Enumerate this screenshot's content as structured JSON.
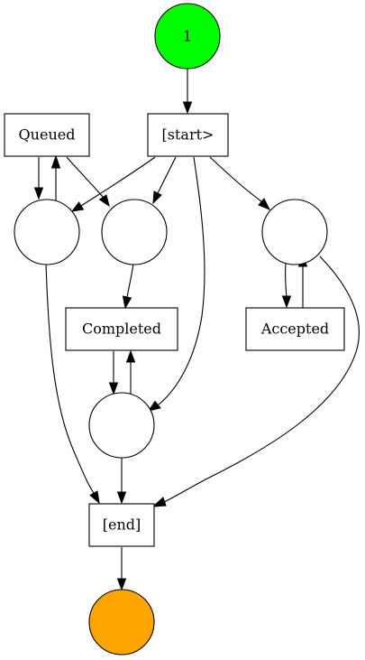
{
  "diagram": {
    "source": {
      "label": "1",
      "fill": "#00ff00"
    },
    "sink": {
      "label": "",
      "fill": "#ffa500"
    },
    "transitions": {
      "start": "[start>",
      "queued": "Queued",
      "completed": "Completed",
      "accepted": "Accepted",
      "end": "[end]"
    }
  }
}
